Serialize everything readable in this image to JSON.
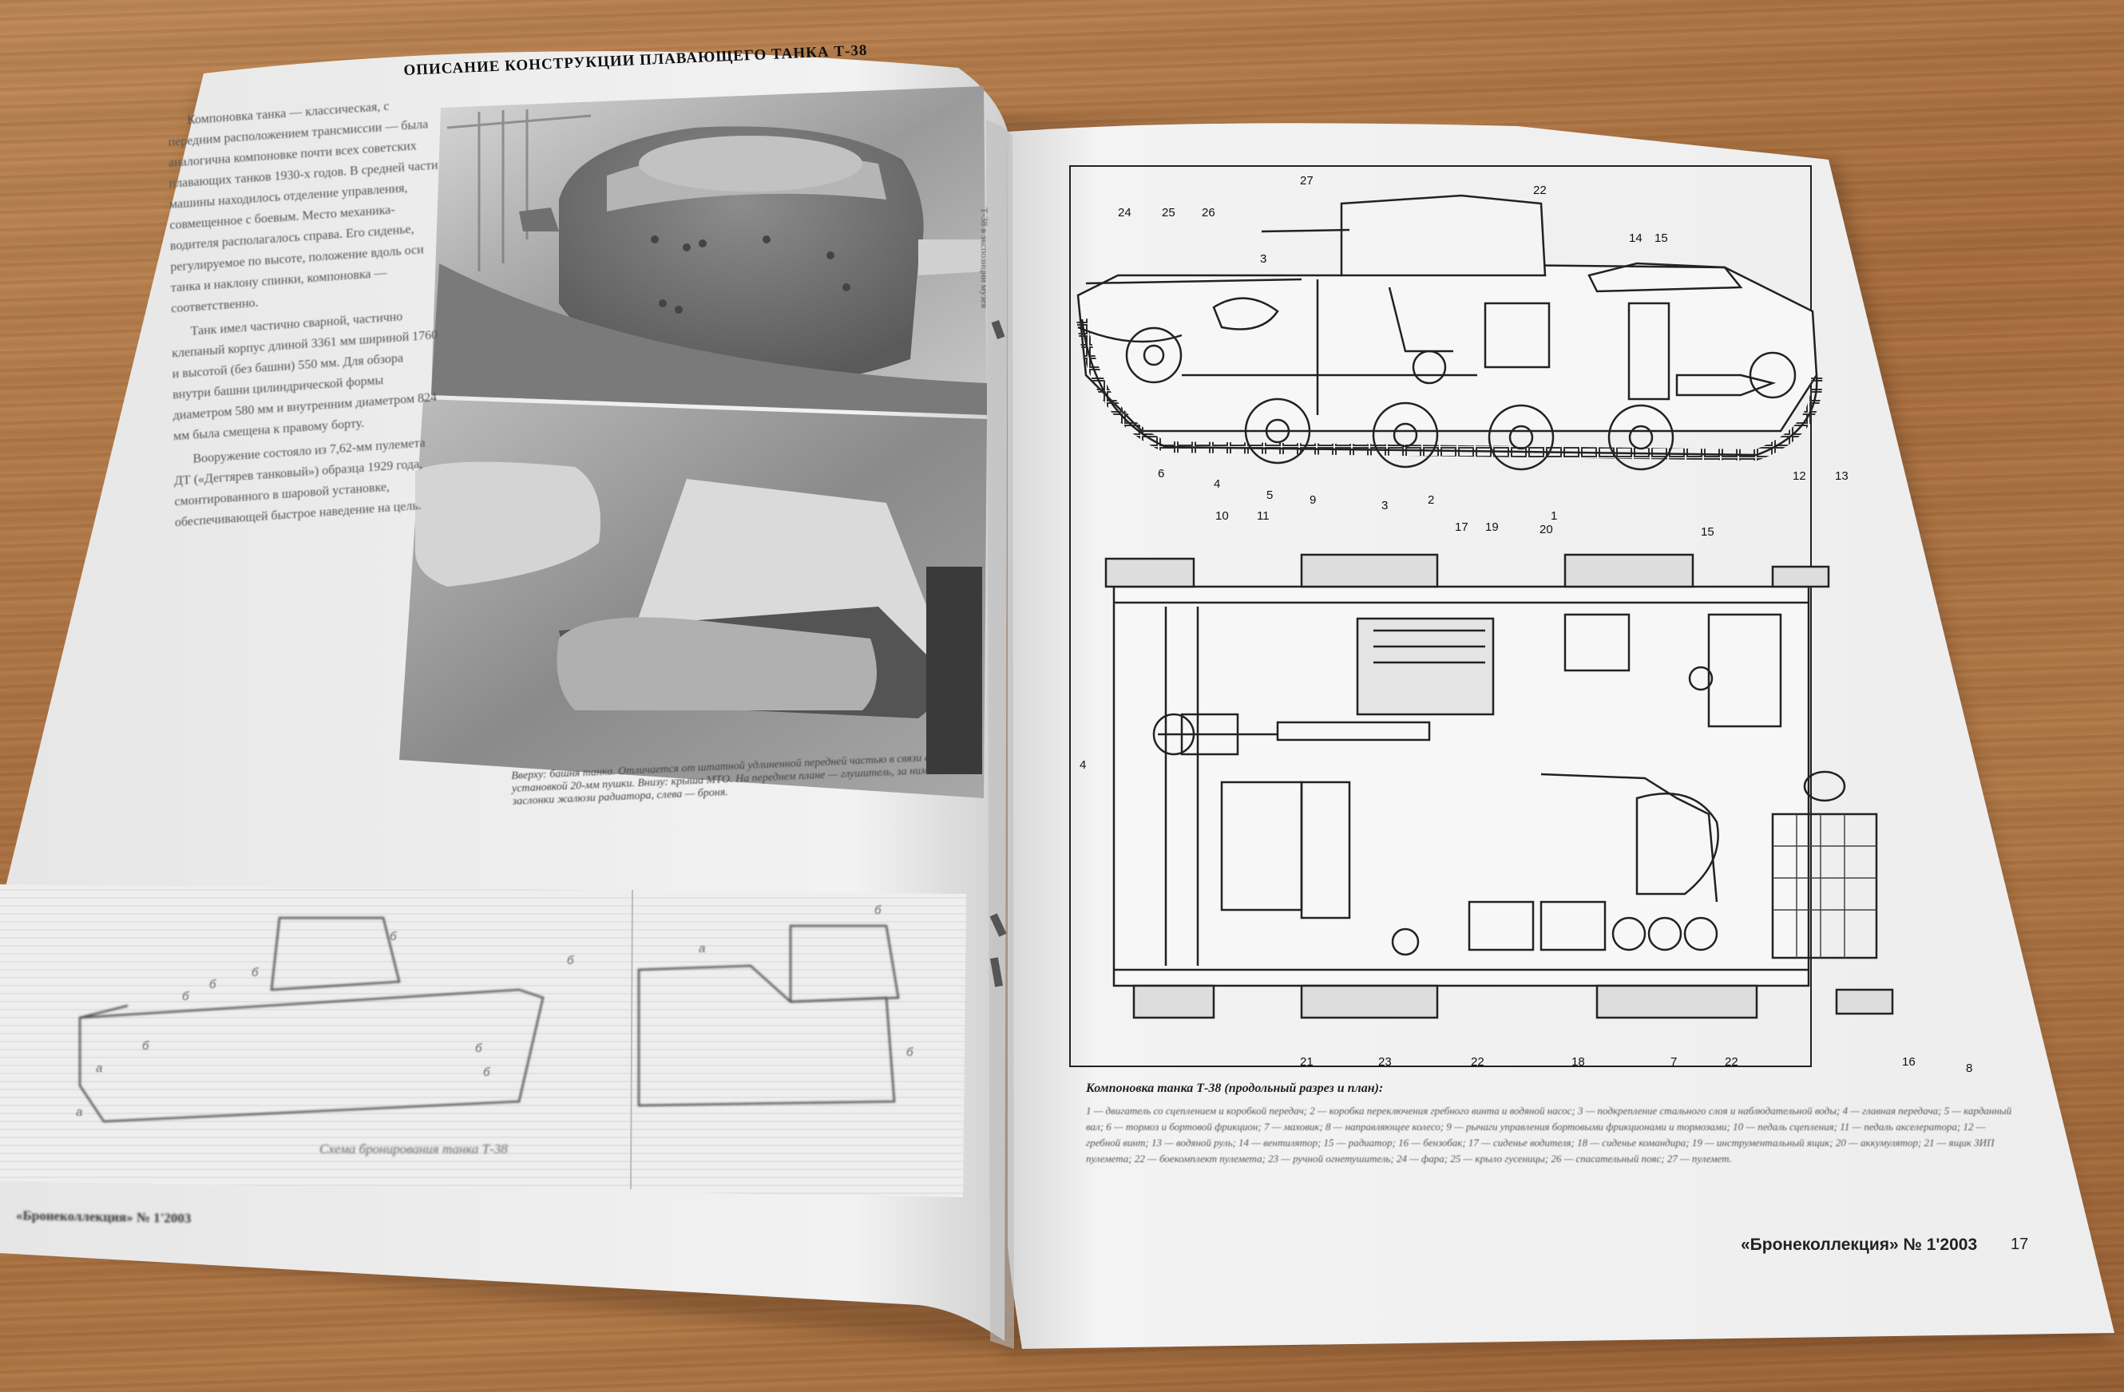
{
  "page_title": "ОПИСАНИЕ КОНСТРУКЦИИ ПЛАВАЮЩЕГО ТАНКА Т-38",
  "body_paragraphs": [
    "Компоновка танка — классическая, с передним расположением трансмиссии — была аналогична компоновке почти всех советских плавающих танков 1930-х годов. В средней части машины находилось отделение управления, совмещенное с боевым. Место механика-водителя располагалось справа. Его сиденье, регулируемое по высоте, положение вдоль оси танка и наклону спинки, компоновка — соответственно.",
    "Танк имел частично сварной, частично клепаный корпус длиной 3361 мм шириной 1760 и высотой (без башни) 550 мм. Для обзора внутри башни цилиндрической формы диаметром 580 мм и внутренним диаметром 824 мм была смещена к правому борту.",
    "Вооружение состояло из 7,62-мм пулемета ДТ («Дегтярев танковый») образца 1929 года, смонтированного в шаровой установке, обеспечивающей быстрое наведение на цель."
  ],
  "photo_caption": "Вверху: башня танка. Отличается от штатной удлиненной передней частью в связи с установкой 20-мм пушки. Внизу: крыша МТО. На переднем плане — глушитель, за ним — заслонки жалюзи радиатора, слева — броня.",
  "scheme_caption": "Схема бронирования танка Т-38",
  "footer_left": "«Бронеколлекция» № 1'2003",
  "footer_right": "«Бронеколлекция» № 1'2003",
  "page_number": "17",
  "side_caption": "Т-38 в экспозиции музея",
  "drawing_caption_title": "Компоновка танка Т-38 (продольный разрез и план):",
  "drawing_legend": "1 — двигатель со сцеплением и коробкой передач; 2 — коробка переключения гребного винта и водяной насос; 3 — подкрепление стального слоя и наблюдательной воды; 4 — главная передача; 5 — карданный вал; 6 — тормоз и бортовой фрикцион; 7 — маховик; 8 — направляющее колесо; 9 — рычаги управления бортовыми фрикционами и тормозами; 10 — педаль сцепления; 11 — педаль акселератора; 12 — гребной винт; 13 — водяной руль; 14 — вентилятор; 15 — радиатор; 16 — бензобак; 17 — сиденье водителя; 18 — сиденье командира; 19 — инструментальный ящик; 20 — аккумулятор; 21 — ящик ЗИП пулемета; 22 — боекомплект пулемета; 23 — ручной огнетушитель; 24 — фара; 25 — крыло гусеницы; 26 — спасательный пояс; 27 — пулемет.",
  "side_view_numbers": [
    "27",
    "22",
    "24",
    "25",
    "26",
    "3",
    "14",
    "15",
    "6",
    "4",
    "5",
    "9",
    "3",
    "2",
    "1",
    "12",
    "13"
  ],
  "plan_view_numbers": [
    "10",
    "11",
    "17",
    "19",
    "20",
    "15",
    "4",
    "21",
    "23",
    "22",
    "18",
    "7",
    "22",
    "16",
    "8"
  ],
  "scheme_labels": [
    "б",
    "б",
    "б",
    "б",
    "б",
    "б",
    "а",
    "а",
    "б",
    "б",
    "б",
    "а",
    "б"
  ],
  "colors": {
    "table": "#b07a48",
    "paper": "#f4f4f4",
    "ink": "#1a1a1a"
  }
}
